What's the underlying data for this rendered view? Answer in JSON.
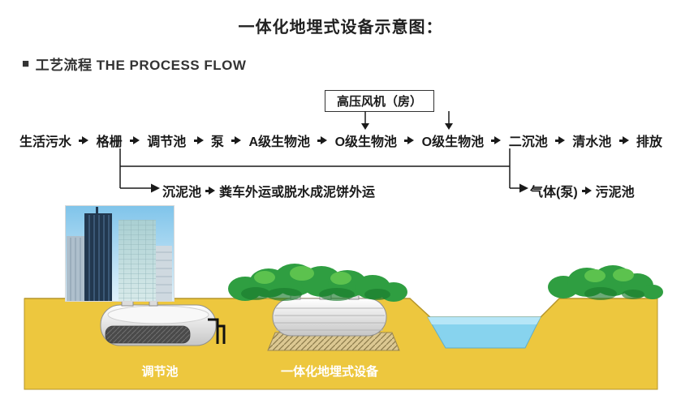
{
  "page": {
    "title": "一体化地埋式设备示意图：",
    "section_marker": "■",
    "section_heading": "工艺流程 THE PROCESS FLOW"
  },
  "flow": {
    "fan_label": "高压风机（房）",
    "steps": [
      "生活污水",
      "格栅",
      "调节池",
      "泵",
      "A级生物池",
      "O级生物池",
      "O级生物池",
      "二沉池",
      "清水池",
      "排放"
    ],
    "sludge_branch": {
      "tank": "沉泥池",
      "dest": "粪车外运或脱水成泥饼外运"
    },
    "gas_branch": {
      "source": "气体(泵)",
      "dest": "污泥池"
    }
  },
  "illustration": {
    "left_tank_label": "调节池",
    "main_tank_label": "一体化地埋式设备",
    "colors": {
      "ground": "#EDC73E",
      "ground_edge": "#B5952A",
      "water": "#87D3EE",
      "water_edge": "#5FAECB",
      "bush": "#2F9E41",
      "bush_light": "#5CC24E",
      "bush_dark": "#1B7C2E"
    }
  }
}
